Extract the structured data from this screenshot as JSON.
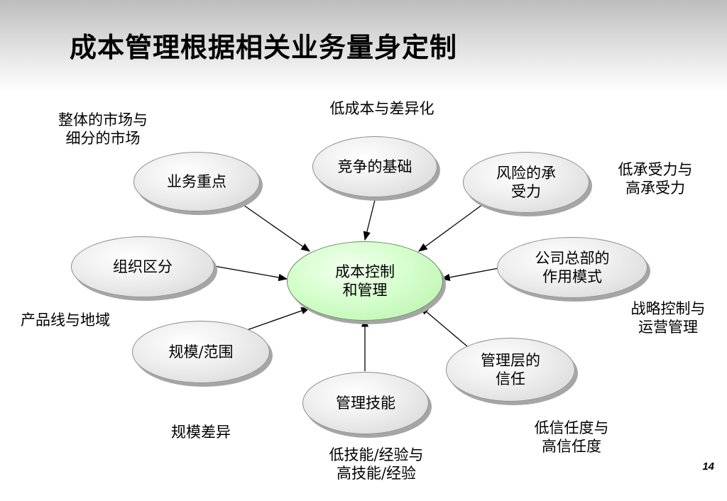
{
  "title": "成本管理根据相关业务量身定制",
  "center": "成本控制\n和管理",
  "nodes": {
    "business_focus": "业务重点",
    "competition_basis": "竞争的基础",
    "risk_tolerance": "风险的承\n受力",
    "org_division": "组织区分",
    "hq_role": "公司总部的\n作用模式",
    "scale_scope": "规模/范围",
    "mgmt_trust": "管理层的\n信任",
    "mgmt_skills": "管理技能"
  },
  "labels": {
    "market": "整体的市场与\n细分的市场",
    "cost_diff": "低成本与差异化",
    "tolerance": "低承受力与\n高承受力",
    "product_region": "产品线与地域",
    "strategy_ops": "战略控制与\n运营管理",
    "scale_diff": "规模差异",
    "trust_level": "低信任度与\n高信任度",
    "skill_level": "低技能/经验与\n高技能/经验"
  },
  "page_number": "14"
}
